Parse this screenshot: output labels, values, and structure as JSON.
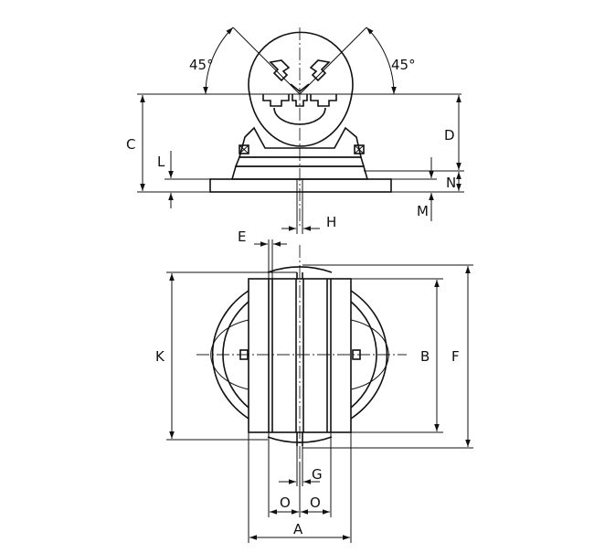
{
  "angles": {
    "left": "45°",
    "right": "45°"
  },
  "dimensions": {
    "A": "A",
    "B": "B",
    "C": "C",
    "D": "D",
    "E": "E",
    "F": "F",
    "G": "G",
    "H": "H",
    "K": "K",
    "L": "L",
    "M": "M",
    "N": "N",
    "O_left": "O",
    "O_right": "O"
  }
}
